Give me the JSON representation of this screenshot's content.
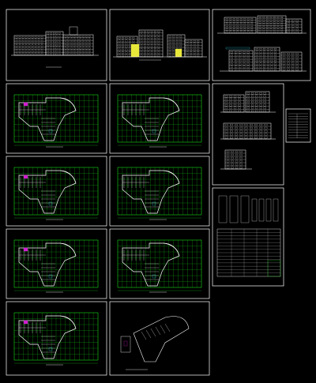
{
  "sheets": [
    {
      "id": "elev-1",
      "kind": "elevation"
    },
    {
      "id": "elev-2",
      "kind": "elevation-section"
    },
    {
      "id": "elev-3",
      "kind": "elevations-stack"
    },
    {
      "id": "plan-1",
      "kind": "floor-plan"
    },
    {
      "id": "plan-2",
      "kind": "floor-plan"
    },
    {
      "id": "plan-3",
      "kind": "floor-plan"
    },
    {
      "id": "plan-4",
      "kind": "floor-plan"
    },
    {
      "id": "plan-5",
      "kind": "floor-plan"
    },
    {
      "id": "plan-6",
      "kind": "floor-plan"
    },
    {
      "id": "plan-7",
      "kind": "floor-plan"
    },
    {
      "id": "plan-8",
      "kind": "floor-plan-partial"
    },
    {
      "id": "sections",
      "kind": "sections"
    },
    {
      "id": "legend",
      "kind": "legend-table"
    },
    {
      "id": "schedule",
      "kind": "door-window-schedule"
    }
  ],
  "colors": {
    "background": "#000000",
    "frame": "#ffffff",
    "grid": "#17d317",
    "wall": "#ffffff",
    "accent_magenta": "#d21cd2",
    "accent_yellow": "#e8e83a",
    "accent_cyan": "#35d0e6"
  },
  "notes": {
    "line1": "",
    "line2": ""
  }
}
